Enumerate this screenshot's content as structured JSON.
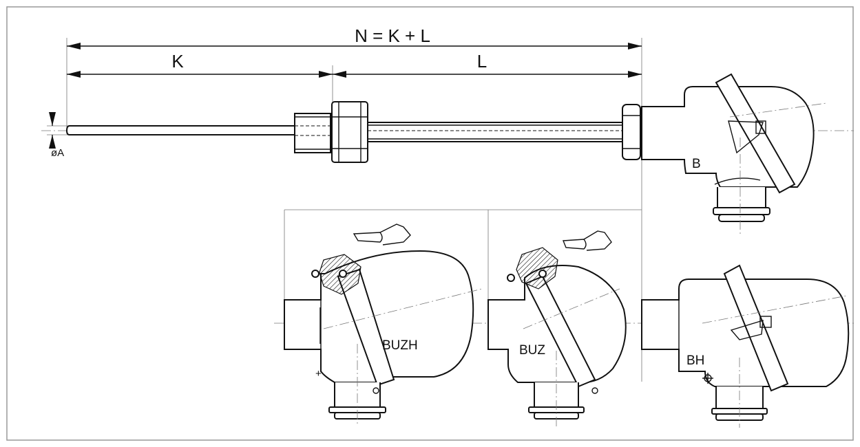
{
  "dimensions": {
    "total": "N = K + L",
    "k": "K",
    "l": "L",
    "diameter": "øA"
  },
  "heads": {
    "b": "B",
    "buzh": "BUZH",
    "buz": "BUZ",
    "bh": "BH"
  }
}
